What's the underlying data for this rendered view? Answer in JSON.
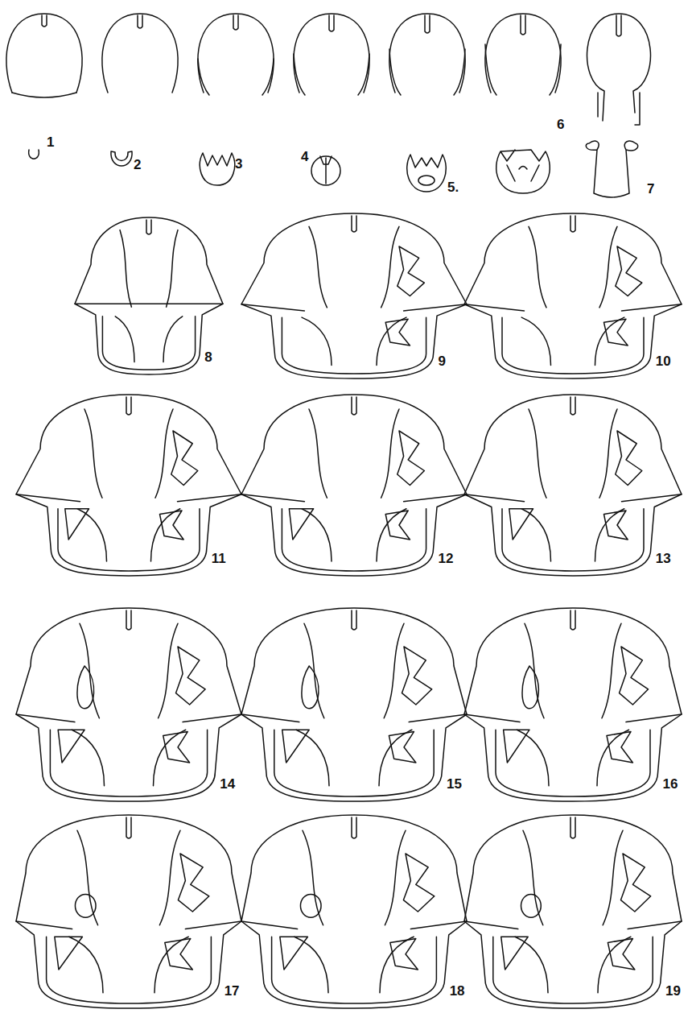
{
  "diagram": {
    "labels": [
      "1",
      "2",
      "3",
      "4",
      "5.",
      "6",
      "7",
      "8",
      "9",
      "10",
      "11",
      "12",
      "13",
      "14",
      "15",
      "16",
      "17",
      "18",
      "19"
    ]
  }
}
